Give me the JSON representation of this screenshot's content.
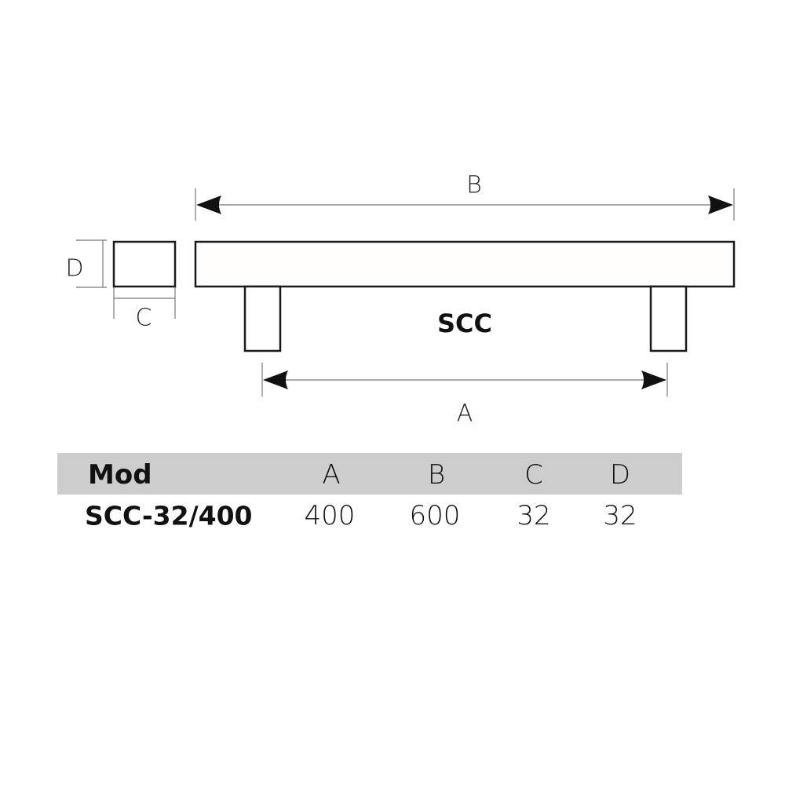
{
  "drawing": {
    "model_label": "SCC",
    "dimension_labels": {
      "A": "A",
      "B": "B",
      "C": "C",
      "D": "D"
    }
  },
  "table": {
    "headers": [
      "Mod",
      "A",
      "B",
      "C",
      "D"
    ],
    "rows": [
      [
        "SCC-32/400",
        "400",
        "600",
        "32",
        "32"
      ]
    ]
  },
  "colors": {
    "line": "#1a1a1a",
    "dim_line": "#777777",
    "header_bg": "#cdcdcd"
  }
}
